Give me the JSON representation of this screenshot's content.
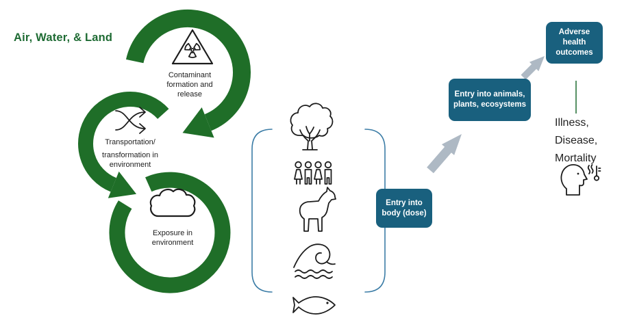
{
  "title": {
    "label": "Air, Water, & Land"
  },
  "colors": {
    "cycle_green": "#1F6E28",
    "title_green": "#1E6B33",
    "box_teal": "#19607E",
    "arrow_gray": "#AEB9C4",
    "bracket_blue": "#3B7CA6",
    "connector_green": "#1D6B30"
  },
  "cycle": {
    "steps": [
      {
        "icon": "radiation-hazard-icon",
        "label_lines": [
          "Contaminant",
          "formation and",
          "release"
        ]
      },
      {
        "icon": "shuffle-arrows-icon",
        "label_lines": [
          "Transportation/",
          "transformation in",
          "environment"
        ]
      },
      {
        "icon": "cloud-icon",
        "label_lines": [
          "Exposure in",
          "environment"
        ]
      }
    ]
  },
  "receptors": {
    "bracket_icons": [
      "tree-icon",
      "people-group-icon",
      "horse-icon",
      "ocean-wave-icon",
      "fish-icon"
    ]
  },
  "flow": {
    "entry_body_label": "Entry into body (dose)",
    "entry_ecosystems_label": "Entry into animals, plants, ecosystems",
    "adverse_outcomes_label": "Adverse health outcomes",
    "illness_label": "Illness,\nDisease,\nMortality",
    "illness_icon": "sick-person-icon"
  }
}
